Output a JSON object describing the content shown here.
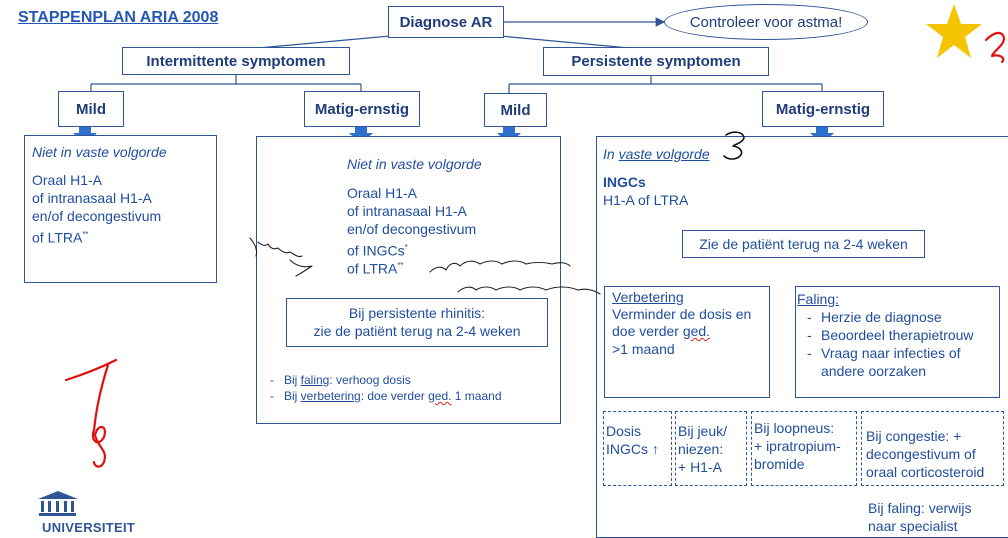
{
  "title": "STAPPENPLAN ARIA 2008",
  "root": {
    "label": "Diagnose AR"
  },
  "oval": {
    "label": "Controleer voor astma!"
  },
  "branches": {
    "intermittent": "Intermittente symptomen",
    "persistent": "Persistente symptomen"
  },
  "levels": {
    "int_mild": "Mild",
    "int_moderate": "Matig-ernstig",
    "per_mild": "Mild",
    "per_moderate": "Matig-ernstig"
  },
  "box1": {
    "heading": "Niet in vaste volgorde",
    "lines": [
      "Oraal H1-A",
      "of  intranasaal H1-A",
      "en/of decongestivum",
      "of LTRA"
    ],
    "mark": "**"
  },
  "box2": {
    "heading": "Niet in vaste volgorde",
    "lines": [
      "Oraal H1-A",
      "of  intranasaal H1-A",
      "en/of decongestivum",
      "of INGCs",
      "of LTRA"
    ],
    "mark_ingcs": "*",
    "mark_ltra": "**",
    "followup": [
      "Bij persistente rhinitis:",
      "zie de patiënt terug na 2-4 weken"
    ],
    "bullet1_pre": "Bij ",
    "bullet1_u": "faling",
    "bullet1_post": ": verhoog dosis",
    "bullet2_pre": "Bij ",
    "bullet2_u": "verbetering",
    "bullet2_mid": ": doe verder ",
    "bullet2_w": "ged.",
    "bullet2_post": " 1 maand"
  },
  "box4": {
    "heading_pre": "In ",
    "heading_u": "vaste volgorde",
    "ingcs": "INGCs",
    "line": "H1-A of LTRA",
    "followup": "Zie de patiënt terug na 2-4 weken",
    "improve_title": "Verbetering",
    "improve_lines": [
      "Verminder de dosis en",
      "doe verder "
    ],
    "improve_w": "ged.",
    "improve_last": ">1 maand",
    "fail_title": "Faling:",
    "fail_items": [
      "Herzie de diagnose",
      "Beoordeel therapietrouw",
      "Vraag naar infecties of",
      "andere oorzaken"
    ],
    "opt1": [
      "Dosis",
      "INGCs ↑"
    ],
    "opt2": [
      "Bij jeuk/",
      "niezen:",
      "+ H1-A"
    ],
    "opt3": [
      "Bij loopneus:",
      "+ ipratropium-",
      "bromide"
    ],
    "opt4": [
      "Bij congestie: +",
      "decongestivum of",
      "oraal corticosteroid"
    ],
    "final": [
      "Bij faling: verwijs",
      "naar specialist"
    ]
  },
  "logo_text": "UNIVERSITEIT",
  "colors": {
    "primary": "#2f5597",
    "text": "#1f4e9e",
    "star": "#f5c400",
    "ink_red": "#e01010"
  }
}
